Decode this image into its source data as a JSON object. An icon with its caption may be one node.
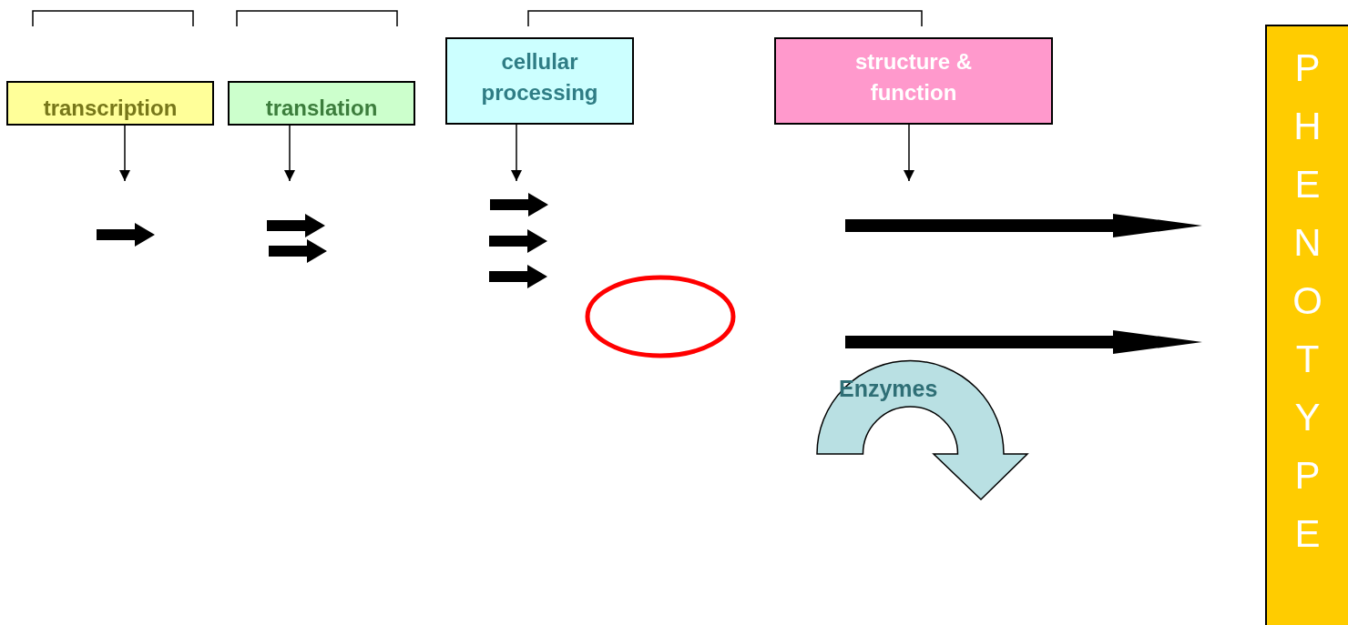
{
  "diagram": {
    "nodes": [
      {
        "text": [
          "transcription"
        ]
      },
      {
        "text": [
          "translation"
        ]
      },
      {
        "text": [
          "cellular processing"
        ]
      },
      {
        "text": [
          "structure & function"
        ]
      },
      {
        "text": [
          "PHENOTYPE"
        ]
      },
      {
        "text": [],
        "shape": "circle"
      },
      {
        "text": [
          "Enzymes"
        ]
      }
    ],
    "edges": [
      {
        "from": 0,
        "to": null,
        "arrow": "to"
      },
      {
        "from": 1,
        "to": null,
        "arrow": "to"
      },
      {
        "from": 2,
        "to": null,
        "arrow": "to"
      },
      {
        "from": 3,
        "to": null,
        "arrow": "to"
      }
    ]
  }
}
